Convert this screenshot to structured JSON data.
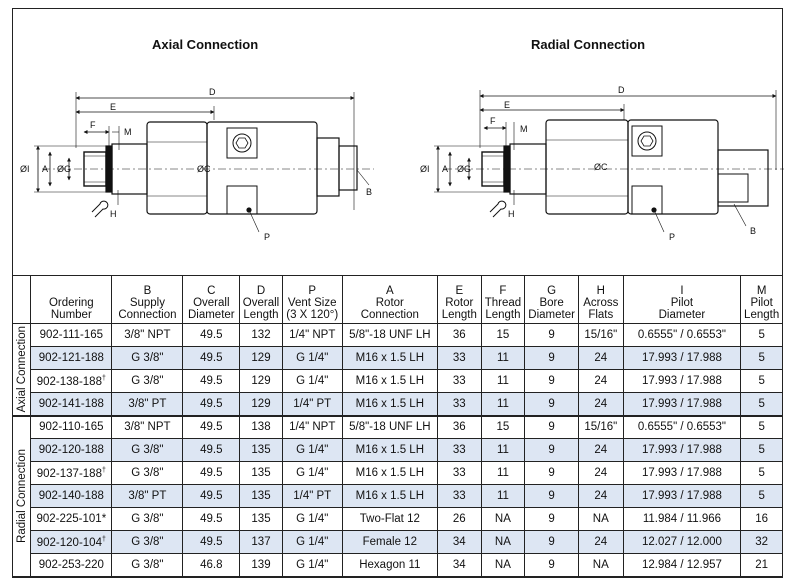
{
  "drawings": {
    "axial_title": "Axial Connection",
    "radial_title": "Radial Connection",
    "dim_labels": {
      "d": "D",
      "e": "E",
      "f": "F",
      "m": "M",
      "i": "ØI",
      "a": "A",
      "g": "ØG",
      "c": "ØC",
      "h": "H",
      "b": "B",
      "p": "P"
    }
  },
  "table": {
    "headers": [
      {
        "letter": "",
        "line1": "Ordering",
        "line2": "Number"
      },
      {
        "letter": "B",
        "line1": "Supply",
        "line2": "Connection"
      },
      {
        "letter": "C",
        "line1": "Overall",
        "line2": "Diameter"
      },
      {
        "letter": "D",
        "line1": "Overall",
        "line2": "Length"
      },
      {
        "letter": "P",
        "line1": "Vent Size",
        "line2": "(3 X 120°)"
      },
      {
        "letter": "A",
        "line1": "Rotor",
        "line2": "Connection"
      },
      {
        "letter": "E",
        "line1": "Rotor",
        "line2": "Length"
      },
      {
        "letter": "F",
        "line1": "Thread",
        "line2": "Length"
      },
      {
        "letter": "G",
        "line1": "Bore",
        "line2": "Diameter"
      },
      {
        "letter": "H",
        "line1": "Across",
        "line2": "Flats"
      },
      {
        "letter": "I",
        "line1": "Pilot",
        "line2": "Diameter"
      },
      {
        "letter": "M",
        "line1": "Pilot",
        "line2": "Length"
      }
    ],
    "groups": [
      {
        "label": "Axial Connection",
        "rows": [
          {
            "num": "902-111-165",
            "mark": "",
            "b": "3/8\" NPT",
            "c": "49.5",
            "d": "132",
            "p": "1/4\" NPT",
            "a": "5/8\"-18 UNF LH",
            "e": "36",
            "f": "15",
            "g": "9",
            "h": "15/16\"",
            "i": "0.6555\" / 0.6553\"",
            "m": "5"
          },
          {
            "num": "902-121-188",
            "mark": "",
            "b": "G 3/8\"",
            "c": "49.5",
            "d": "129",
            "p": "G 1/4\"",
            "a": "M16 x 1.5 LH",
            "e": "33",
            "f": "11",
            "g": "9",
            "h": "24",
            "i": "17.993 / 17.988",
            "m": "5"
          },
          {
            "num": "902-138-188",
            "mark": "†",
            "b": "G 3/8\"",
            "c": "49.5",
            "d": "129",
            "p": "G 1/4\"",
            "a": "M16 x 1.5 LH",
            "e": "33",
            "f": "11",
            "g": "9",
            "h": "24",
            "i": "17.993 / 17.988",
            "m": "5"
          },
          {
            "num": "902-141-188",
            "mark": "",
            "b": "3/8\" PT",
            "c": "49.5",
            "d": "129",
            "p": "1/4\" PT",
            "a": "M16 x 1.5 LH",
            "e": "33",
            "f": "11",
            "g": "9",
            "h": "24",
            "i": "17.993 / 17.988",
            "m": "5"
          }
        ]
      },
      {
        "label": "Radial Connection",
        "rows": [
          {
            "num": "902-110-165",
            "mark": "",
            "b": "3/8\" NPT",
            "c": "49.5",
            "d": "138",
            "p": "1/4\" NPT",
            "a": "5/8\"-18 UNF LH",
            "e": "36",
            "f": "15",
            "g": "9",
            "h": "15/16\"",
            "i": "0.6555\" / 0.6553\"",
            "m": "5"
          },
          {
            "num": "902-120-188",
            "mark": "",
            "b": "G 3/8\"",
            "c": "49.5",
            "d": "135",
            "p": "G 1/4\"",
            "a": "M16 x 1.5 LH",
            "e": "33",
            "f": "11",
            "g": "9",
            "h": "24",
            "i": "17.993 / 17.988",
            "m": "5"
          },
          {
            "num": "902-137-188",
            "mark": "†",
            "b": "G 3/8\"",
            "c": "49.5",
            "d": "135",
            "p": "G 1/4\"",
            "a": "M16 x 1.5 LH",
            "e": "33",
            "f": "11",
            "g": "9",
            "h": "24",
            "i": "17.993 / 17.988",
            "m": "5"
          },
          {
            "num": "902-140-188",
            "mark": "",
            "b": "3/8\" PT",
            "c": "49.5",
            "d": "135",
            "p": "1/4\" PT",
            "a": "M16 x 1.5 LH",
            "e": "33",
            "f": "11",
            "g": "9",
            "h": "24",
            "i": "17.993 / 17.988",
            "m": "5"
          },
          {
            "num": "902-225-101",
            "mark": "*",
            "b": "G 3/8\"",
            "c": "49.5",
            "d": "135",
            "p": "G 1/4\"",
            "a": "Two-Flat 12",
            "e": "26",
            "f": "NA",
            "g": "9",
            "h": "NA",
            "i": "11.984 / 11.966",
            "m": "16"
          },
          {
            "num": "902-120-104",
            "mark": "†",
            "b": "G 3/8\"",
            "c": "49.5",
            "d": "137",
            "p": "G 1/4\"",
            "a": "Female 12",
            "e": "34",
            "f": "NA",
            "g": "9",
            "h": "24",
            "i": "12.027 / 12.000",
            "m": "32"
          },
          {
            "num": "902-253-220",
            "mark": "",
            "b": "G 3/8\"",
            "c": "46.8",
            "d": "139",
            "p": "G 1/4\"",
            "a": "Hexagon 11",
            "e": "34",
            "f": "NA",
            "g": "9",
            "h": "NA",
            "i": "12.984 / 12.957",
            "m": "21"
          }
        ]
      }
    ]
  }
}
